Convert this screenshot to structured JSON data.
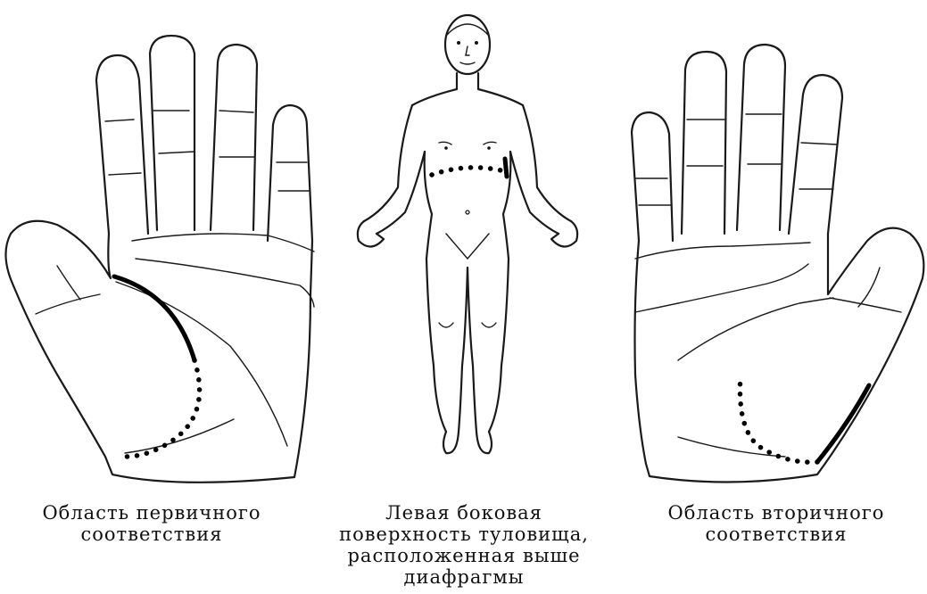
{
  "captions": {
    "left": "Область первичного\nсоответствия",
    "middle": "Левая боковая\nповерхность туловища,\nрасположенная выше\nдиафрагмы",
    "right": "Область вторичного\nсоответствия"
  }
}
